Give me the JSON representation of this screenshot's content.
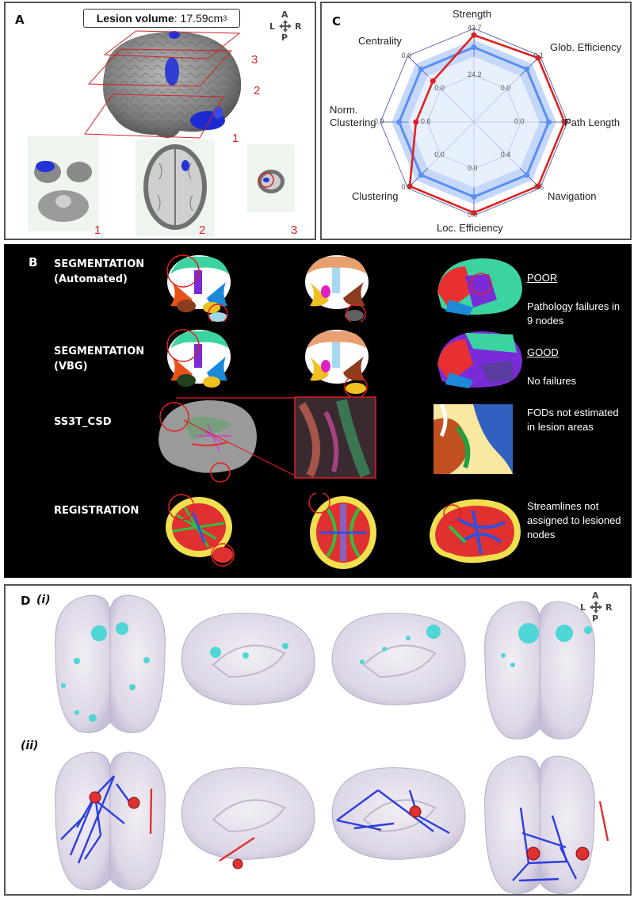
{
  "panel_a": {
    "label": "A",
    "lesion_volume_label": "Lesion volume",
    "lesion_volume_value": ": 17.59cm",
    "lesion_volume_unit_sup": "3",
    "slice_numbers": [
      "1",
      "2",
      "3"
    ],
    "compass": {
      "a": "A",
      "l": "L",
      "r": "R",
      "p": "P"
    }
  },
  "panel_c": {
    "label": "C",
    "chart_data": {
      "type": "radar",
      "axes": [
        "Strength",
        "Glob. Efficiency",
        "Path Length",
        "Navigation",
        "Loc. Efficiency",
        "Clustering",
        "Norm. Clustering",
        "Centrality"
      ],
      "outer_tick_labels": [
        "43.7",
        "0.1",
        "0.0",
        "0.5",
        "0.0",
        "0.0",
        "0.9",
        "0.0"
      ],
      "inner_tick_labels": [
        "24.2",
        "0.0",
        "0.0",
        "0.4",
        "0.0",
        "0.0",
        "0.6",
        "0.0"
      ],
      "series": [
        {
          "values": [
            0.93,
            0.97,
            0.97,
            0.97,
            0.97,
            0.97,
            0.62,
            0.62
          ],
          "color": "#e02020"
        },
        {
          "values": [
            0.8,
            0.8,
            0.8,
            0.8,
            0.8,
            0.8,
            0.8,
            0.8
          ],
          "band": [
            0.7,
            0.88
          ],
          "color": "#5b8ff0"
        }
      ]
    }
  },
  "panel_b": {
    "label": "B",
    "rows": [
      {
        "title": "SEGMENTATION\n(Automated)",
        "note_head": "POOR",
        "note": "Pathology failures in\n9 nodes"
      },
      {
        "title": "SEGMENTATION\n(VBG)",
        "note_head": "GOOD",
        "note": "No failures"
      },
      {
        "title": "SS3T_CSD",
        "note_head": "",
        "note": "FODs not estimated\nin lesion areas"
      },
      {
        "title": "REGISTRATION",
        "note_head": "",
        "note": "Streamlines not\nassigned to lesioned\nnodes"
      }
    ]
  },
  "panel_d": {
    "label": "D",
    "sub_i": "(i)",
    "sub_ii": "(ii)",
    "compass": {
      "a": "A",
      "l": "L",
      "r": "R",
      "p": "P"
    },
    "colors": {
      "node_i": "#4fd6d6",
      "node_ii": "#e03030",
      "edge": "#2b3fe0"
    }
  }
}
